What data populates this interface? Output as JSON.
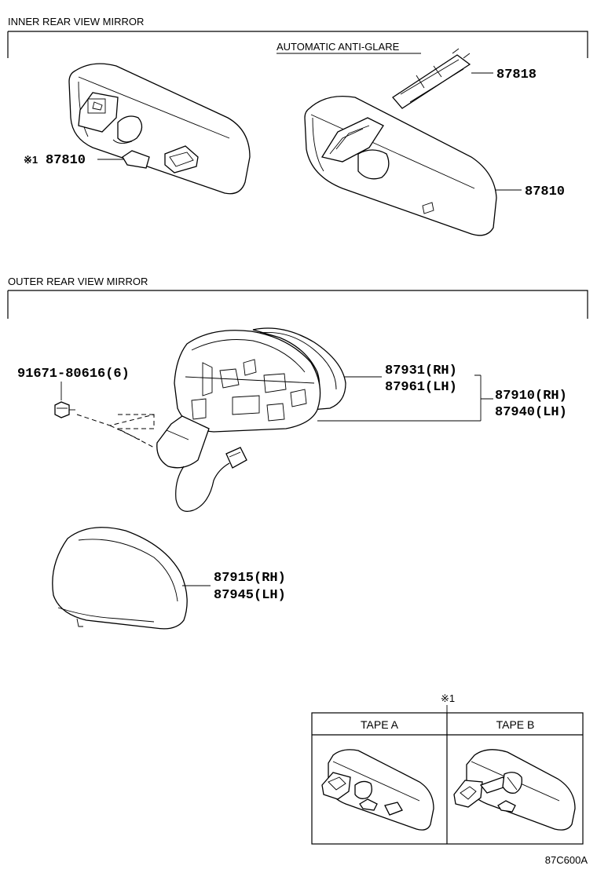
{
  "sections": {
    "inner": "INNER REAR VIEW MIRROR",
    "outer": "OUTER REAR VIEW MIRROR"
  },
  "auto_anti_glare": "AUTOMATIC ANTI-GLARE",
  "parts": {
    "p87810_left": "87810",
    "p87810_left_mark": "※1",
    "p87818": "87818",
    "p87810_right": "87810",
    "bolt": "91671-80616(6)",
    "p87931": "87931(RH)",
    "p87961": "87961(LH)",
    "p87910": "87910(RH)",
    "p87940": "87940(LH)",
    "p87915": "87915(RH)",
    "p87945": "87945(LH)"
  },
  "inset": {
    "mark": "※1",
    "tape_a": "TAPE A",
    "tape_b": "TAPE B"
  },
  "ref_code": "87C600A"
}
